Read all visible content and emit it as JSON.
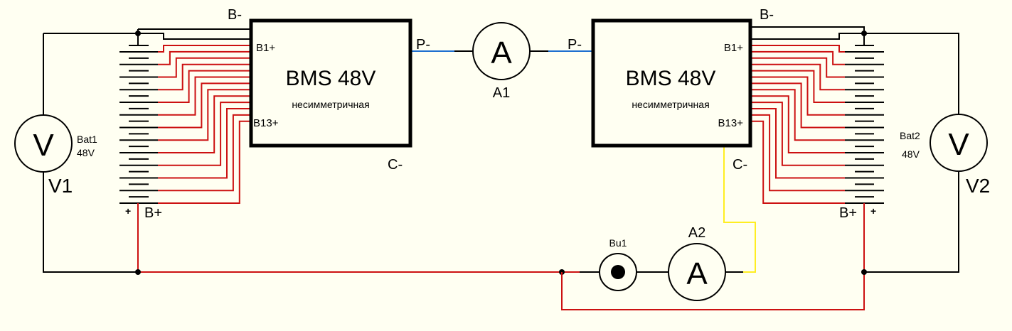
{
  "colors": {
    "background": "#fffff2",
    "wire": "#000000",
    "balance_wire": "#cc1111",
    "p_minus_wire": "#1e6fd0",
    "c_minus_wire": "#ffee22"
  },
  "left": {
    "bms_title": "BMS 48V",
    "bms_subtitle": "несимметричная",
    "b_minus": "B-",
    "b1_plus": "B1+",
    "b13_plus": "B13+",
    "p_minus": "P-",
    "c_minus": "C-",
    "b_plus": "B+",
    "battery_name": "Bat1",
    "battery_voltage": "48V",
    "battery_cells": 13,
    "plus_sign": "+",
    "voltmeter_symbol": "V",
    "voltmeter_name": "V1"
  },
  "right": {
    "bms_title": "BMS 48V",
    "bms_subtitle": "несимметричная",
    "b_minus": "B-",
    "b1_plus": "B1+",
    "b13_plus": "B13+",
    "p_minus": "P-",
    "c_minus": "C-",
    "b_plus": "B+",
    "battery_name": "Bat2",
    "battery_voltage": "48V",
    "battery_cells": 13,
    "plus_sign": "+",
    "voltmeter_symbol": "V",
    "voltmeter_name": "V2"
  },
  "ammeter1": {
    "symbol": "A",
    "name": "A1"
  },
  "ammeter2": {
    "symbol": "A",
    "name": "A2"
  },
  "switch1": {
    "name": "Bu1"
  }
}
